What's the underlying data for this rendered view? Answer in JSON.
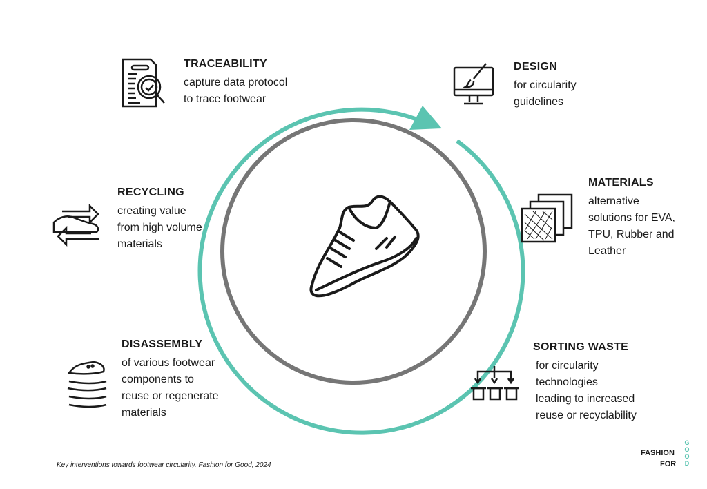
{
  "steps": [
    {
      "id": "traceability",
      "title": "TRACEABILITY",
      "desc": "capture data protocol\nto trace footwear",
      "icon": "document-magnifier-icon"
    },
    {
      "id": "design",
      "title": "DESIGN",
      "desc": "for circularity\nguidelines",
      "icon": "monitor-brush-icon"
    },
    {
      "id": "materials",
      "title": "MATERIALS",
      "desc": "alternative\nsolutions for EVA,\nTPU, Rubber and\nLeather",
      "icon": "material-swatches-icon"
    },
    {
      "id": "sorting",
      "title": "SORTING WASTE",
      "desc": "for circularity\ntechnologies\nleading to increased\nreuse or recyclability",
      "icon": "sorting-bins-icon"
    },
    {
      "id": "disassembly",
      "title": "DISASSEMBLY",
      "desc": "of various footwear\ncomponents to\nreuse or regenerate\nmaterials",
      "icon": "layered-shoe-icon"
    },
    {
      "id": "recycling",
      "title": "RECYCLING",
      "desc": "creating value\nfrom high volume\nmaterials",
      "icon": "recycle-shoe-icon"
    }
  ],
  "caption": "Key interventions towards footwear circularity. Fashion for Good, 2024",
  "logo": {
    "fashion": "FASHION",
    "for": "FOR",
    "good": "GOOD"
  },
  "colors": {
    "teal": "#5bc4b1",
    "gray": "#767676",
    "ink": "#1a1a1a"
  }
}
